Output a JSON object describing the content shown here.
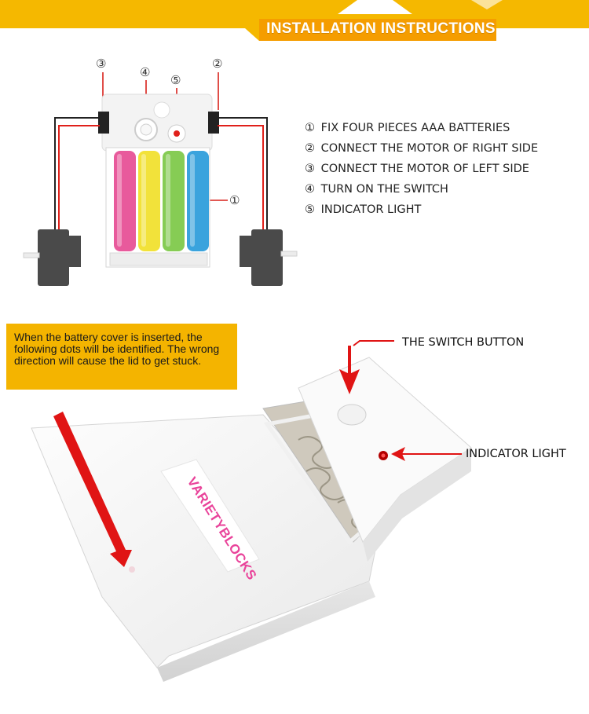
{
  "header": {
    "title": "INSTALLATION INSTRUCTIONS",
    "colors": {
      "banner": "#f5b800",
      "title_box": "#f5a000"
    }
  },
  "diagram": {
    "markers": [
      "③",
      "④",
      "⑤",
      "②",
      "①"
    ],
    "wire_colors": {
      "positive": "#e0201a",
      "negative": "#222222"
    },
    "battery_colors": [
      "#e85a9c",
      "#f2e23a",
      "#86cc54",
      "#3aa3dd"
    ]
  },
  "legend": {
    "items": [
      {
        "num": "①",
        "text": "FIX FOUR PIECES AAA BATTERIES"
      },
      {
        "num": "②",
        "text": "CONNECT THE MOTOR OF RIGHT SIDE"
      },
      {
        "num": "③",
        "text": "CONNECT THE MOTOR OF LEFT SIDE"
      },
      {
        "num": "④",
        "text": "TURN ON THE SWITCH"
      },
      {
        "num": "⑤",
        "text": "INDICATOR LIGHT"
      }
    ]
  },
  "note": {
    "text": "When the battery cover is inserted, the following dots will be identified. The wrong direction will cause the lid to get stuck."
  },
  "photo": {
    "logo_text": "VARIETYBLOCKS",
    "callouts": {
      "switch": "THE SWITCH BUTTON",
      "indicator": "INDICATOR LIGHT"
    },
    "arrow_color": "#e01414"
  }
}
